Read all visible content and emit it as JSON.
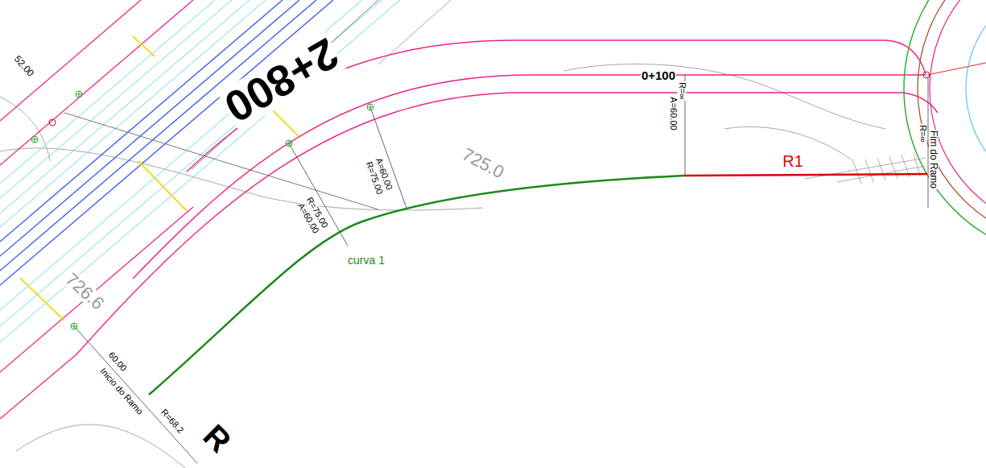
{
  "diagram": {
    "labels": [
      "52.00",
      "2+800",
      "0+100",
      "R=∞",
      "A=60.00",
      "A=60.00",
      "R=75.00",
      "R=75.00",
      "A=60.00",
      "725.0",
      "726.6",
      "curva 1",
      "R1",
      "60.00",
      "Inicio do Ramo",
      "R=68.2",
      "R",
      "Fim do Ramo",
      "R=∞"
    ]
  }
}
